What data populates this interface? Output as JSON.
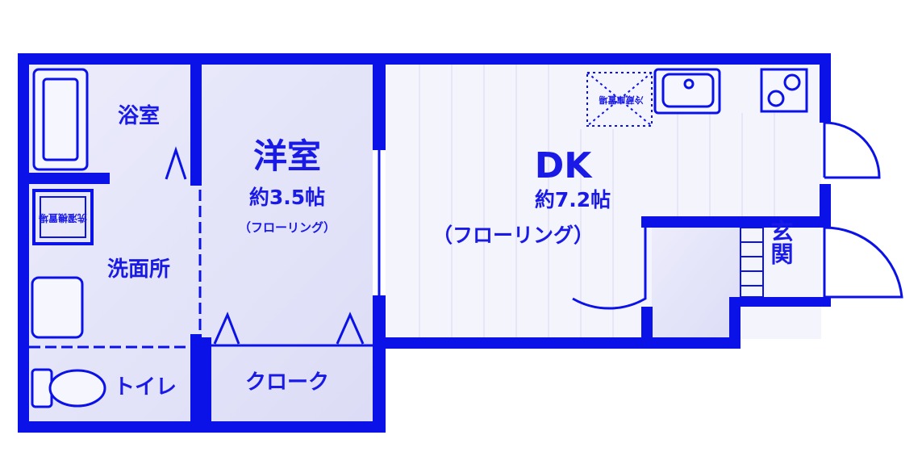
{
  "rooms": {
    "bathroom": "浴室",
    "western_room": {
      "name": "洋室",
      "size": "約3.5帖",
      "floor": "（フローリング）"
    },
    "dk": {
      "name": "DK",
      "size": "約7.2帖",
      "floor": "（フローリング）"
    },
    "washroom": "洗面所",
    "toilet": "トイレ",
    "closet": "クローク",
    "entrance": "玄関"
  },
  "fixtures": {
    "fridge_space": "冷蔵庫置場",
    "washer_space": "洗濯機置場"
  },
  "colors": {
    "wall": "#0b12e8",
    "floor": "#e8e8fb",
    "text": "#1a1ae6"
  }
}
